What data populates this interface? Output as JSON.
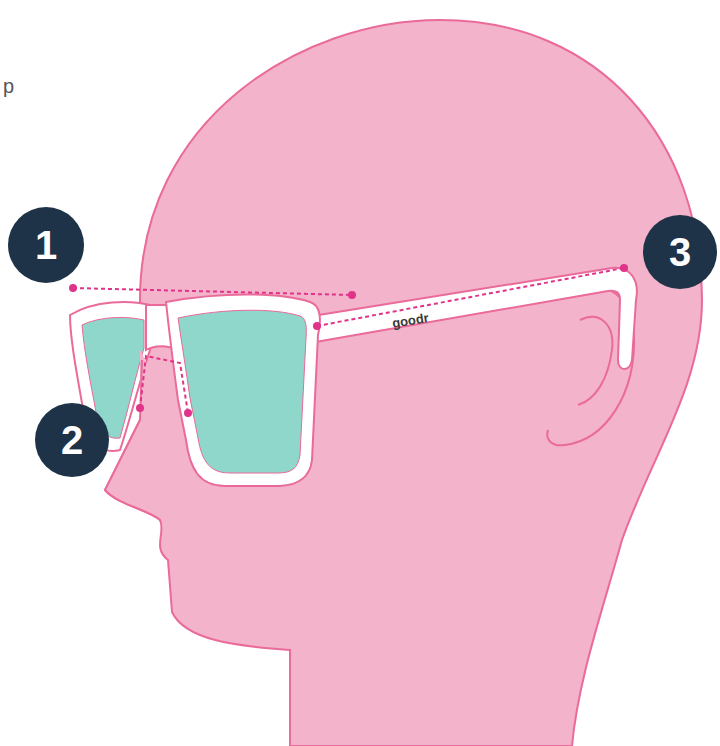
{
  "diagram": {
    "nodes": [
      {
        "text": [
          "1"
        ]
      },
      {
        "text": [
          "3"
        ]
      },
      {
        "text": [
          "2"
        ]
      }
    ],
    "labels": [
      "p",
      "goodr"
    ]
  }
}
